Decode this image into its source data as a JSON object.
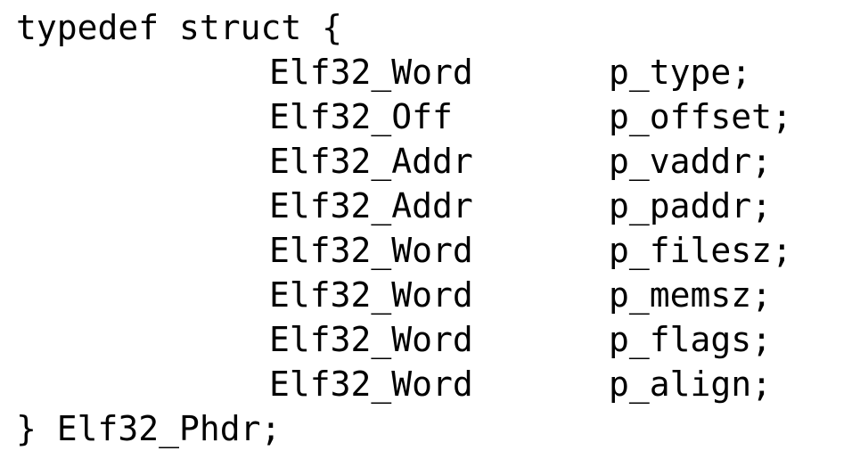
{
  "struct": {
    "open_line": "typedef struct {",
    "fields": [
      {
        "type": "Elf32_Word",
        "name": "p_type;"
      },
      {
        "type": "Elf32_Off",
        "name": "p_offset;"
      },
      {
        "type": "Elf32_Addr",
        "name": "p_vaddr;"
      },
      {
        "type": "Elf32_Addr",
        "name": "p_paddr;"
      },
      {
        "type": "Elf32_Word",
        "name": "p_filesz;"
      },
      {
        "type": "Elf32_Word",
        "name": "p_memsz;"
      },
      {
        "type": "Elf32_Word",
        "name": "p_flags;"
      },
      {
        "type": "Elf32_Word",
        "name": "p_align;"
      }
    ],
    "close_line": "} Elf32_Phdr;"
  }
}
